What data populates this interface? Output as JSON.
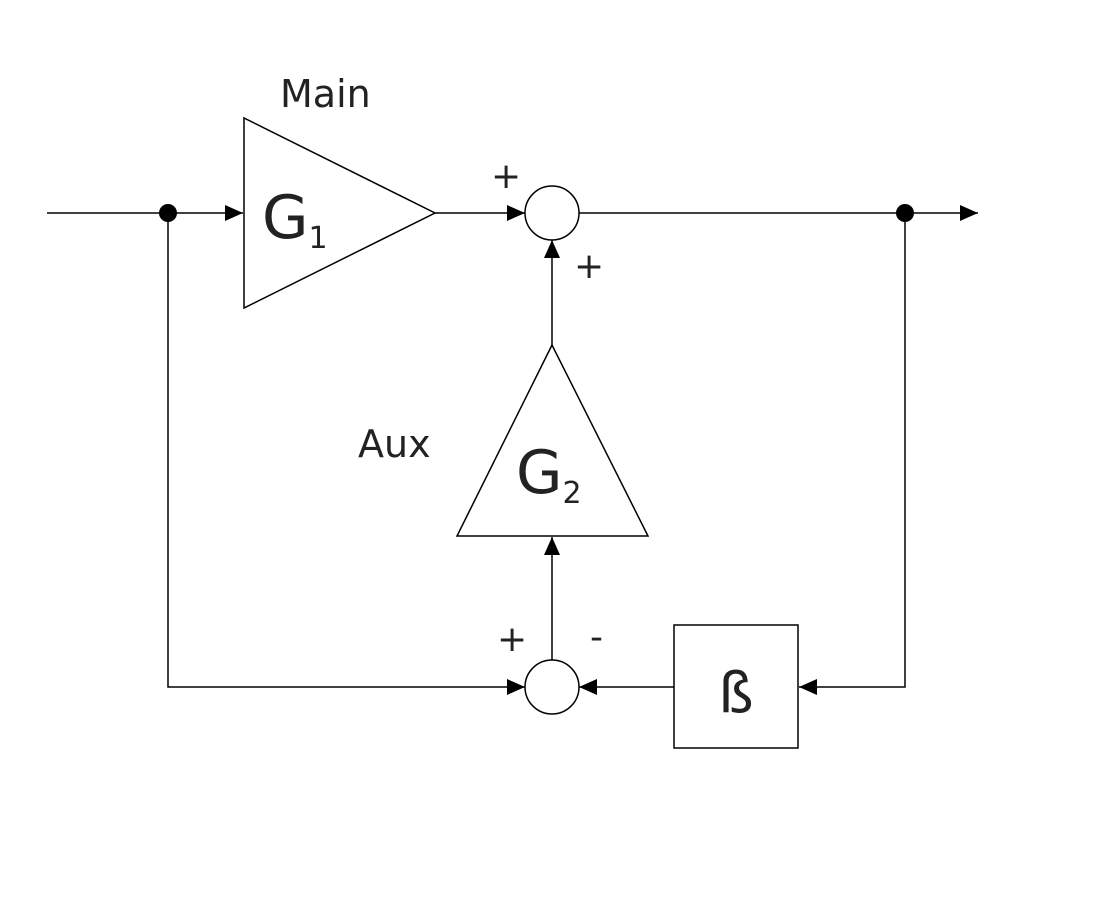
{
  "blocks": {
    "g1": {
      "symbol": "G",
      "subscript": "1",
      "caption": "Main"
    },
    "g2": {
      "symbol": "G",
      "subscript": "2",
      "caption": "Aux"
    },
    "beta": {
      "symbol": "ß"
    }
  },
  "sum_top": {
    "sign_left": "+",
    "sign_bottom": "+"
  },
  "sum_bottom": {
    "sign_left": "+",
    "sign_right": "-"
  },
  "colors": {
    "stroke": "#000000",
    "text": "#222222",
    "background": "#ffffff"
  }
}
